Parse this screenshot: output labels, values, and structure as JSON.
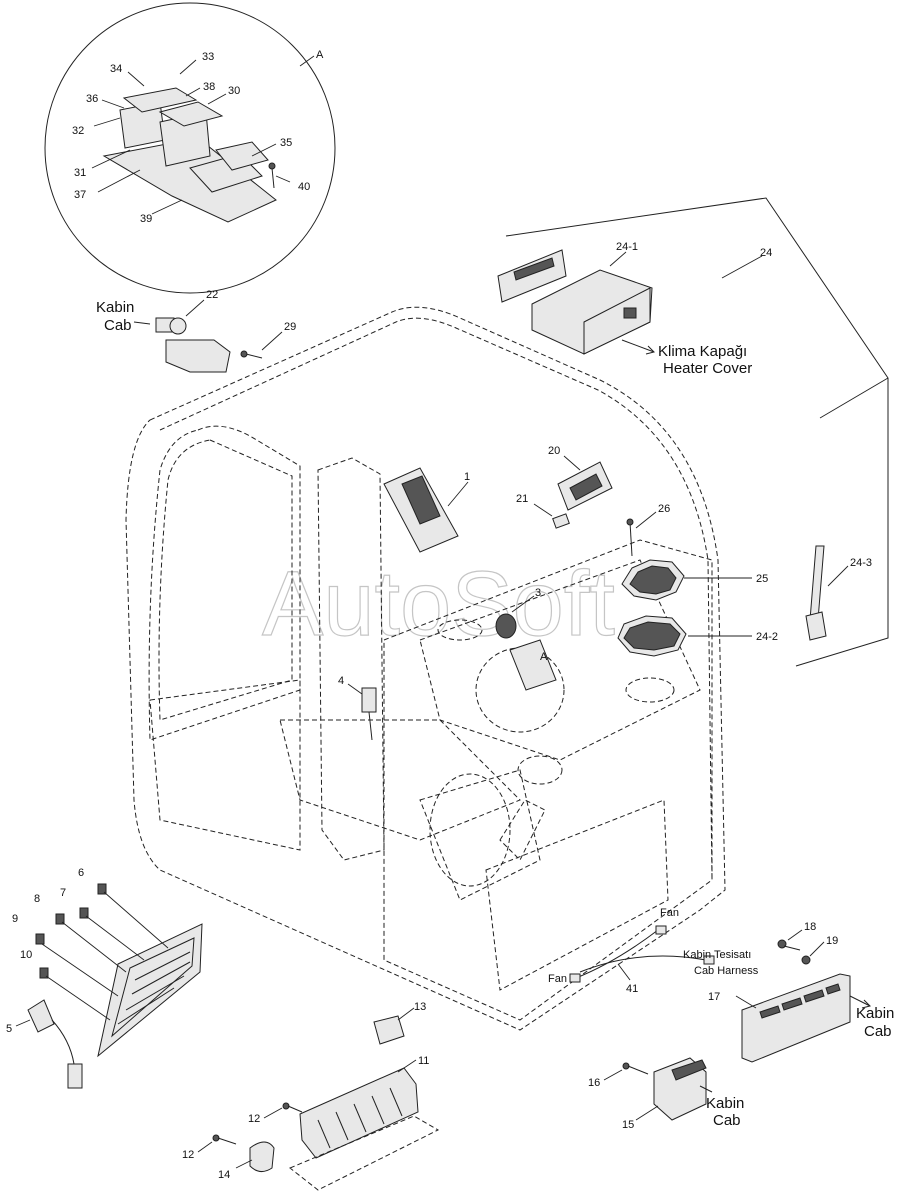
{
  "watermark": "AutoSoft",
  "detail": {
    "marker": "A"
  },
  "callouts": {
    "p1": "1",
    "p3": "3",
    "p4": "4",
    "p5": "5",
    "p6": "6",
    "p7": "7",
    "p8": "8",
    "p9": "9",
    "p10": "10",
    "p11": "11",
    "p12a": "12",
    "p12b": "12",
    "p13": "13",
    "p14": "14",
    "p15": "15",
    "p16": "16",
    "p17": "17",
    "p18": "18",
    "p19": "19",
    "p20": "20",
    "p21": "21",
    "p22": "22",
    "p24": "24",
    "p24_1": "24-1",
    "p24_2": "24-2",
    "p24_3": "24-3",
    "p25": "25",
    "p26": "26",
    "p29": "29",
    "p30": "30",
    "p31": "31",
    "p32": "32",
    "p33": "33",
    "p34": "34",
    "p35": "35",
    "p36": "36",
    "p37": "37",
    "p38": "38",
    "p39": "39",
    "p40": "40",
    "p41": "41"
  },
  "labels": {
    "kabin": "Kabin",
    "cab": "Cab",
    "klima_kapagi": "Klima Kapağı",
    "heater_cover": "Heater Cover",
    "kabin_tesisati": "Kabin Tesisatı",
    "cab_harness": "Cab Harness",
    "fan": "Fan"
  }
}
